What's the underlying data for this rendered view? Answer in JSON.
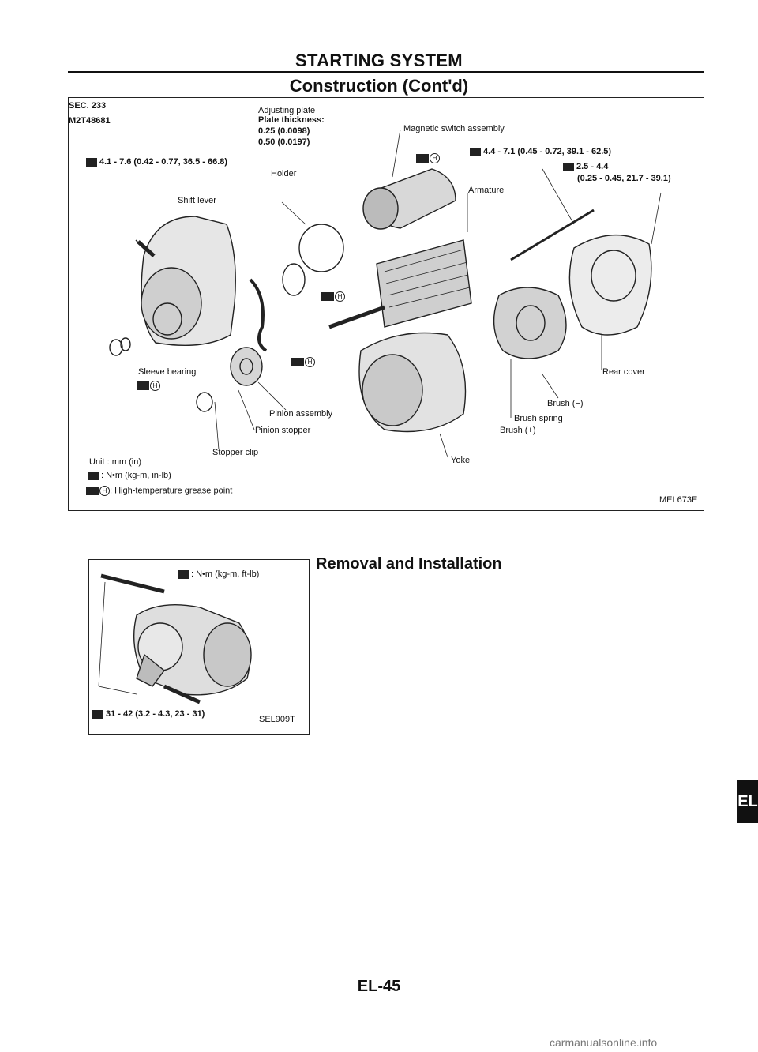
{
  "header": {
    "title": "STARTING SYSTEM",
    "subtitle": "Construction (Cont'd)"
  },
  "figure1": {
    "sec": "SEC. 233",
    "part_no": "M2T48681",
    "adjusting_plate": "Adjusting plate",
    "plate_thickness": "Plate thickness:",
    "thickness_1": "0.25 (0.0098)",
    "thickness_2": "0.50 (0.0197)",
    "magnetic_switch": "Magnetic switch assembly",
    "torque_a": "4.1 - 7.6 (0.42 - 0.77, 36.5 - 66.8)",
    "torque_b": "4.4 - 7.1 (0.45 - 0.72, 39.1 - 62.5)",
    "torque_c1": "2.5 - 4.4",
    "torque_c2": "(0.25 - 0.45, 21.7 - 39.1)",
    "holder": "Holder",
    "armature": "Armature",
    "shift_lever": "Shift lever",
    "sleeve_bearing": "Sleeve bearing",
    "pinion_assembly": "Pinion assembly",
    "pinion_stopper": "Pinion stopper",
    "stopper_clip": "Stopper clip",
    "rear_cover": "Rear cover",
    "brush_neg": "Brush (−)",
    "brush_spring": "Brush spring",
    "brush_pos": "Brush (+)",
    "yoke": "Yoke",
    "unit": "Unit : mm (in)",
    "legend_torque": ": N•m (kg-m, in-lb)",
    "legend_grease": ": High-temperature grease point",
    "grease_symbol": "H",
    "code": "MEL673E"
  },
  "figure2": {
    "legend": ": N•m (kg-m, ft-lb)",
    "torque": "31 - 42 (3.2 - 4.3, 23 - 31)",
    "code": "SEL909T"
  },
  "section": {
    "title": "Removal and Installation"
  },
  "side_tab": "EL",
  "page_number": "EL-45",
  "watermark": "carmanualsonline.info"
}
